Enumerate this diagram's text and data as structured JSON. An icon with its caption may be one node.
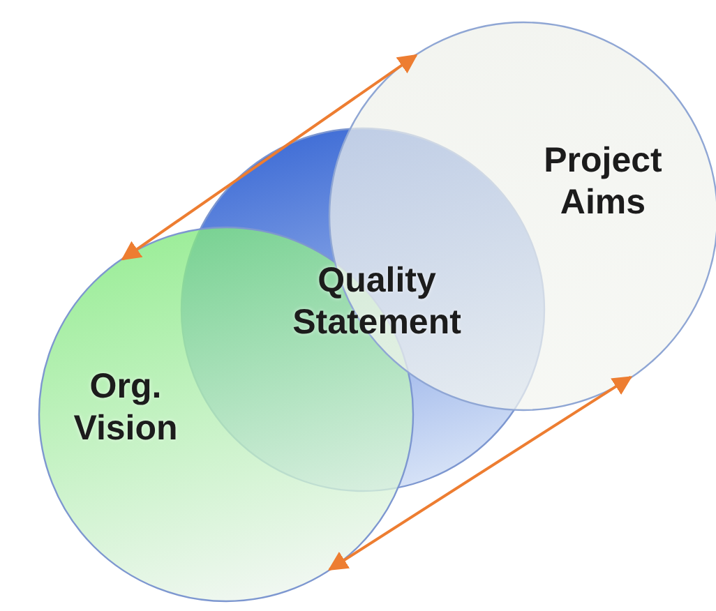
{
  "diagram": {
    "nodes": [
      {
        "text": [
          "Project Aims"
        ]
      },
      {
        "text": [
          "Quality Statement"
        ]
      },
      {
        "text": [
          "Org. Vision"
        ]
      }
    ],
    "edges": [
      {
        "from": 2,
        "to": 0,
        "arrow": "both"
      },
      {
        "from": 2,
        "to": 0,
        "arrow": "both"
      }
    ]
  }
}
